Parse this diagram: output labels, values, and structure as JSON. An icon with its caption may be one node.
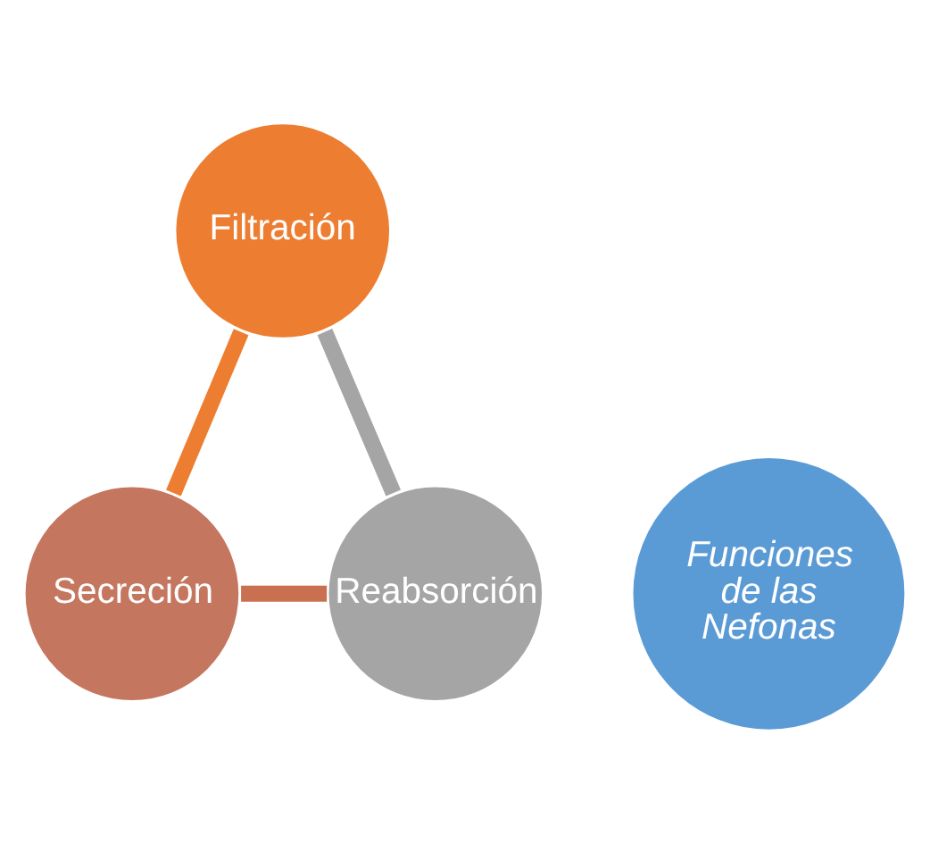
{
  "diagram": {
    "nodes": [
      {
        "text": [
          "Funciones de las Nefonas"
        ]
      },
      {
        "text": [
          "Filtración"
        ]
      },
      {
        "text": [
          "Secreción"
        ]
      },
      {
        "text": [
          "Reabsorción"
        ]
      }
    ],
    "edges": [
      {
        "from": 1,
        "to": 2,
        "arrow": "none",
        "color": "#ed7d31"
      },
      {
        "from": 2,
        "to": 3,
        "arrow": "none",
        "color": "#c8704f"
      },
      {
        "from": 3,
        "to": 1,
        "arrow": "none",
        "color": "#a5a5a5"
      }
    ]
  }
}
